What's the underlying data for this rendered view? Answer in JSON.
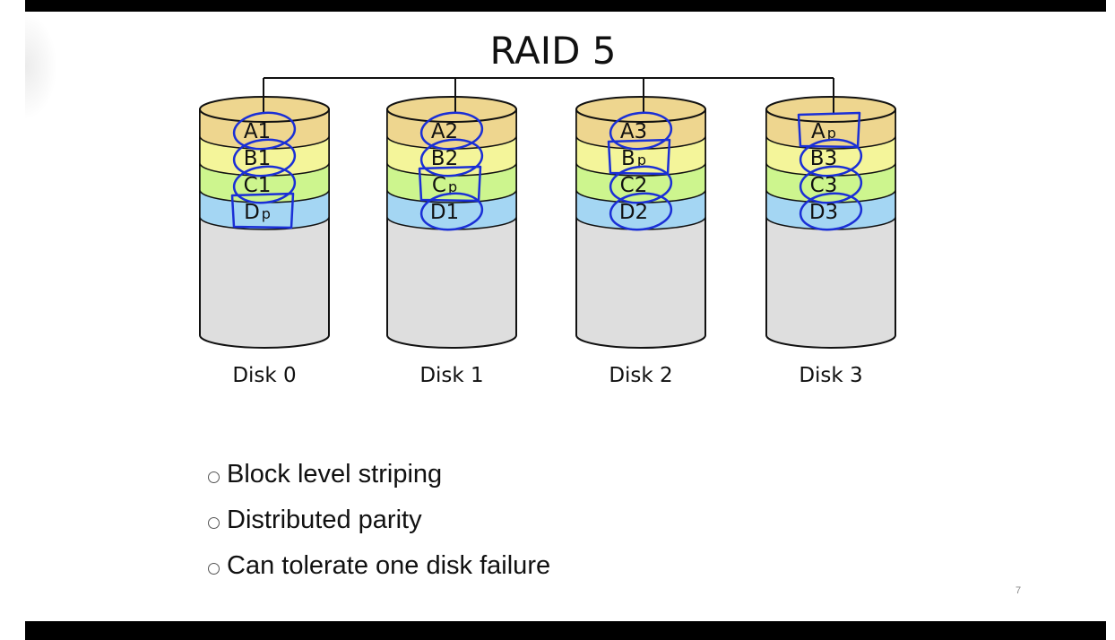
{
  "slide": {
    "title": "RAID 5",
    "page_number": "7"
  },
  "colors": {
    "band_A": "#eed68f",
    "band_B": "#f4f59a",
    "band_C": "#cdf58e",
    "band_D": "#a4d6f3",
    "body": "#dedede",
    "annotation": "#1a2fd6"
  },
  "disks": [
    {
      "label": "Disk 0",
      "blocks": [
        {
          "letter": "A",
          "sub": "1",
          "parity": false,
          "annotation": "circle"
        },
        {
          "letter": "B",
          "sub": "1",
          "parity": false,
          "annotation": "circle"
        },
        {
          "letter": "C",
          "sub": "1",
          "parity": false,
          "annotation": "circle"
        },
        {
          "letter": "D",
          "sub": "p",
          "parity": true,
          "annotation": "box"
        }
      ]
    },
    {
      "label": "Disk 1",
      "blocks": [
        {
          "letter": "A",
          "sub": "2",
          "parity": false,
          "annotation": "circle"
        },
        {
          "letter": "B",
          "sub": "2",
          "parity": false,
          "annotation": "circle"
        },
        {
          "letter": "C",
          "sub": "p",
          "parity": true,
          "annotation": "box"
        },
        {
          "letter": "D",
          "sub": "1",
          "parity": false,
          "annotation": "circle"
        }
      ]
    },
    {
      "label": "Disk 2",
      "blocks": [
        {
          "letter": "A",
          "sub": "3",
          "parity": false,
          "annotation": "circle"
        },
        {
          "letter": "B",
          "sub": "p",
          "parity": true,
          "annotation": "box"
        },
        {
          "letter": "C",
          "sub": "2",
          "parity": false,
          "annotation": "circle"
        },
        {
          "letter": "D",
          "sub": "2",
          "parity": false,
          "annotation": "circle"
        }
      ]
    },
    {
      "label": "Disk 3",
      "blocks": [
        {
          "letter": "A",
          "sub": "p",
          "parity": true,
          "annotation": "box"
        },
        {
          "letter": "B",
          "sub": "3",
          "parity": false,
          "annotation": "circle"
        },
        {
          "letter": "C",
          "sub": "3",
          "parity": false,
          "annotation": "circle"
        },
        {
          "letter": "D",
          "sub": "3",
          "parity": false,
          "annotation": "circle"
        }
      ]
    }
  ],
  "bullets": [
    "Block level striping",
    "Distributed parity",
    "Can tolerate one disk failure"
  ]
}
